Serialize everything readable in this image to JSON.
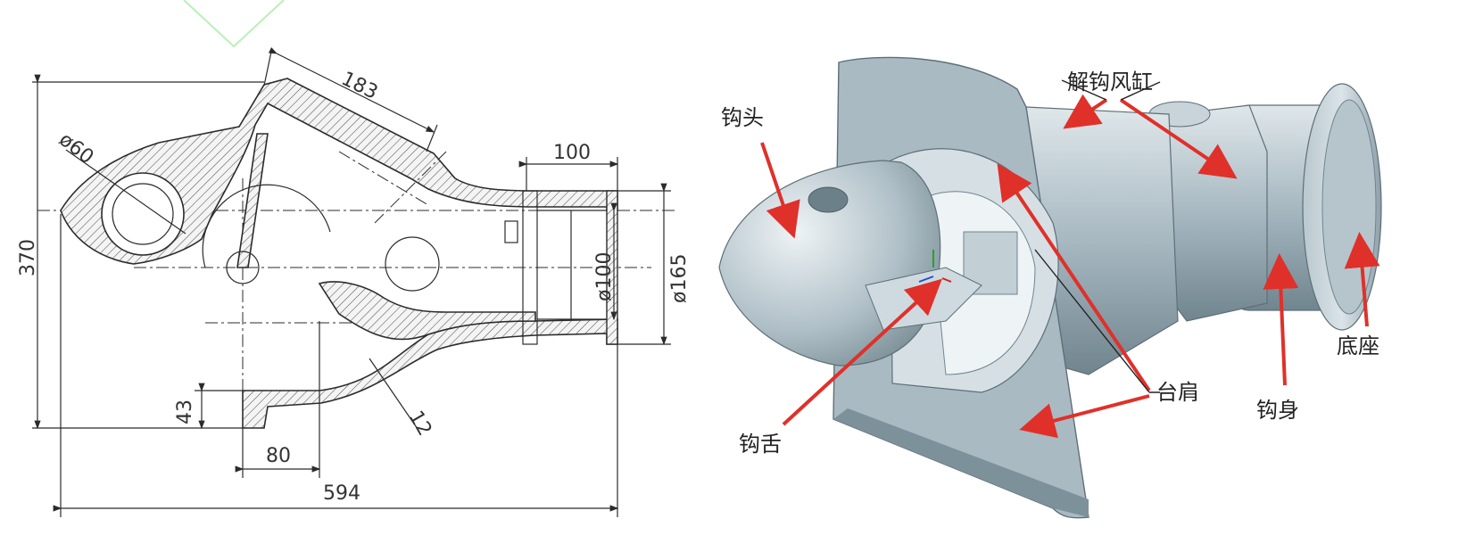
{
  "drawing": {
    "dimensions": {
      "d183": "183",
      "phi60": "ø60",
      "d100": "100",
      "d370": "370",
      "phi100": "ø100",
      "phi165": "ø165",
      "d43": "43",
      "d12": "12",
      "d80": "80",
      "d594": "594"
    }
  },
  "model": {
    "labels": {
      "hook_head": "钩头",
      "release_cylinder": "解钩风缸",
      "hook_tongue": "钩舌",
      "shoulder": "台肩",
      "hook_body": "钩身",
      "base": "底座"
    }
  },
  "colors": {
    "line": "#2b2b2b",
    "metal": "#9fb2bc",
    "metal_light": "#d3dde2",
    "metal_dark": "#6f8591",
    "arrow": "#e0302a",
    "corner_mark": "#b8f0b8"
  }
}
